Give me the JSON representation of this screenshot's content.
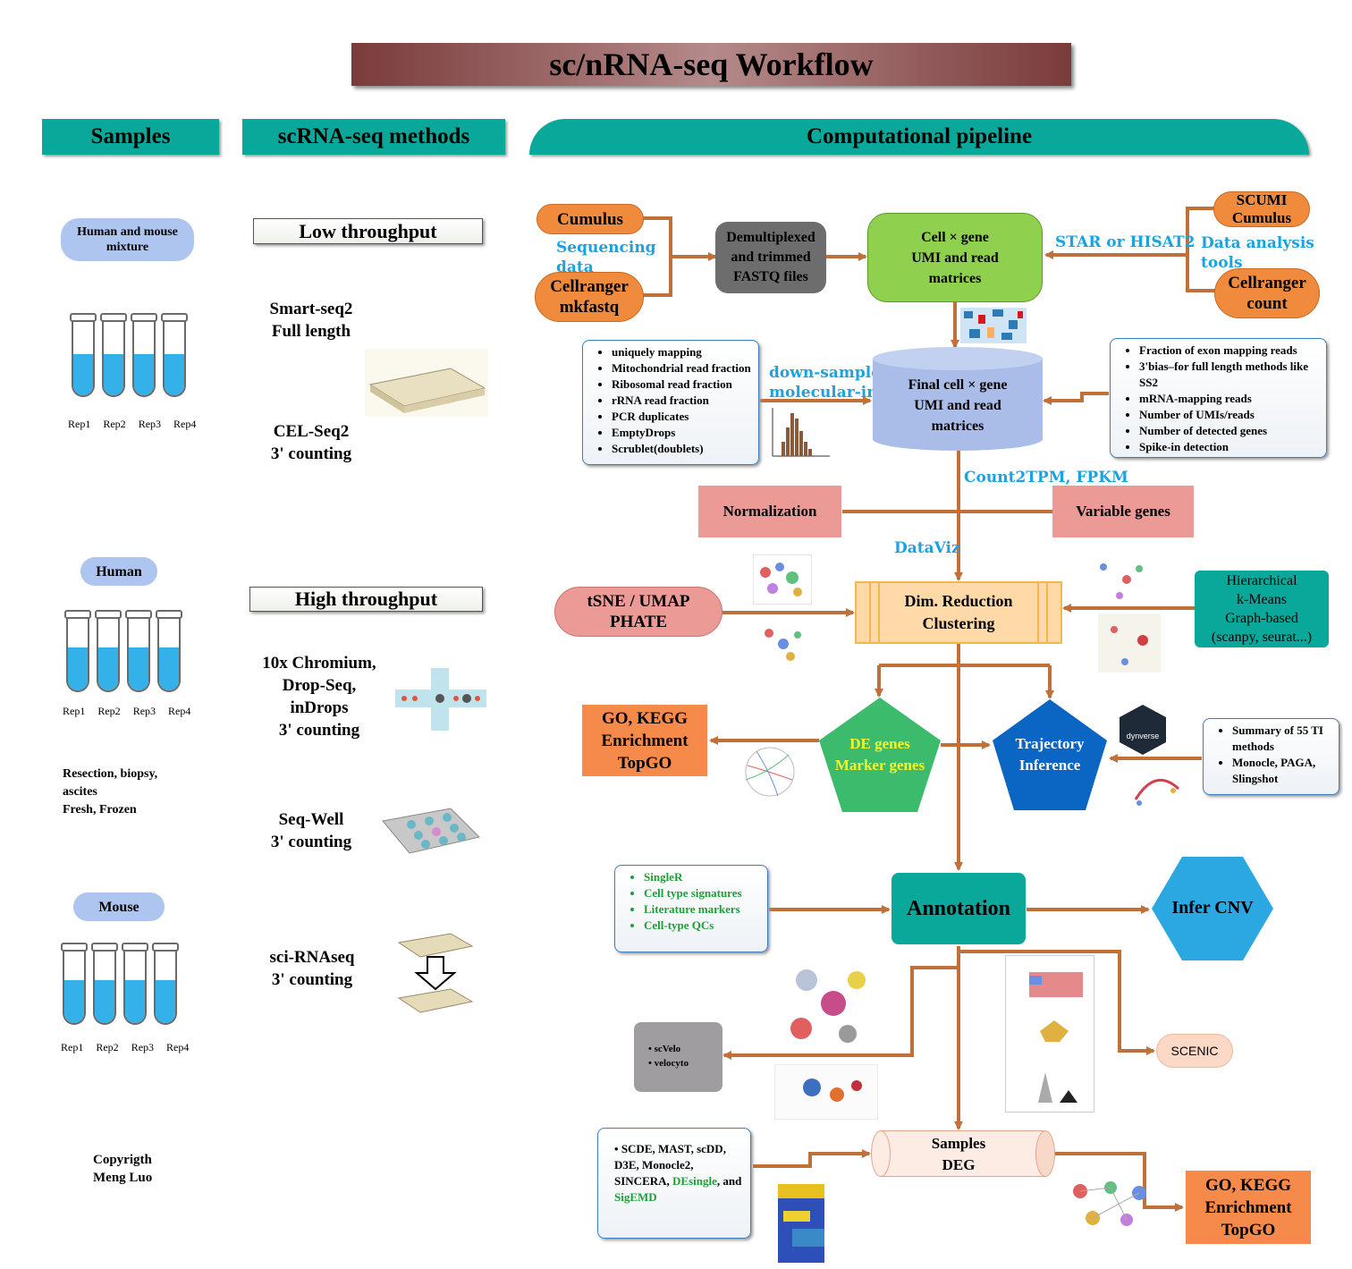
{
  "title": "sc/nRNA-seq Workflow",
  "headers": {
    "samples": "Samples",
    "methods": "scRNA-seq methods",
    "pipeline": "Computational pipeline"
  },
  "samples": {
    "group1": {
      "label": "Human and mouse mixture",
      "reps": [
        "Rep1",
        "Rep2",
        "Rep3",
        "Rep4"
      ]
    },
    "group2": {
      "label": "Human",
      "reps": [
        "Rep1",
        "Rep2",
        "Rep3",
        "Rep4"
      ]
    },
    "notes": [
      "Resection, biopsy,",
      "ascites",
      "Fresh, Frozen"
    ],
    "group3": {
      "label": "Mouse",
      "reps": [
        "Rep1",
        "Rep2",
        "Rep3",
        "Rep4"
      ]
    },
    "copyright": [
      "Copyrigth",
      "Meng Luo"
    ]
  },
  "methods": {
    "low": "Low throughput",
    "smart": [
      "Smart-seq2",
      "Full length"
    ],
    "cel": [
      "CEL-Seq2",
      "3' counting"
    ],
    "high": "High throughput",
    "tenx": [
      "10x Chromium,",
      "Drop-Seq,",
      "inDrops",
      "3' counting"
    ],
    "seqwell": [
      "Seq-Well",
      "3' counting"
    ],
    "sci": [
      "sci-RNAseq",
      "3' counting"
    ]
  },
  "pipeline": {
    "cumulus": "Cumulus",
    "cellranger_mk": [
      "Cellranger",
      "mkfastq"
    ],
    "seq_data": [
      "Sequencing",
      "data"
    ],
    "demux": [
      "Demultiplexed",
      "and trimmed",
      "FASTQ files"
    ],
    "cellgene": [
      "Cell × gene",
      "UMI and read",
      "matrices"
    ],
    "star": "STAR or HISAT2",
    "scumi": [
      "SCUMI",
      "Cumulus"
    ],
    "analysis_tools": [
      "Data analysis",
      "tools"
    ],
    "cellranger_count": [
      "Cellranger",
      "count"
    ],
    "qc_left": [
      "uniquely mapping",
      "Mitochondrial read fraction",
      "Ribosomal read fraction",
      "rRNA read fraction",
      "PCR duplicates",
      "EmptyDrops",
      "Scrublet(doublets)"
    ],
    "downsample": [
      "down-sample",
      "molecular-info"
    ],
    "final": [
      "Final cell × gene",
      "UMI and read",
      "matrices"
    ],
    "qc_right": [
      "Fraction of exon mapping reads",
      "3'bias–for full length methods like SS2",
      "mRNA-mapping reads",
      "Number of UMIs/reads",
      "Number of detected genes",
      "Spike-in detection"
    ],
    "count2tpm": "Count2TPM, FPKM",
    "normalization": "Normalization",
    "variable": "Variable genes",
    "dataviz": "DataViz",
    "tsne": [
      "tSNE / UMAP",
      "PHATE"
    ],
    "dimred": [
      "Dim. Reduction",
      "Clustering"
    ],
    "cluster_methods": [
      "Hierarchical",
      "k-Means",
      "Graph-based",
      "(scanpy, seurat...)"
    ],
    "go1": [
      "GO, KEGG",
      "Enrichment",
      "TopGO"
    ],
    "de": [
      "DE genes",
      "Marker genes"
    ],
    "traj": [
      "Trajectory",
      "Inference"
    ],
    "dynverse": "dynverse",
    "ti_list": [
      "Summary of 55 TI methods",
      "Monocle, PAGA, Slingshot"
    ],
    "annot_list": [
      "SingleR",
      "Cell type signatures",
      "Literature markers",
      "Cell-type QCs"
    ],
    "annotation": "Annotation",
    "infercnv": "Infer CNV",
    "scenic": "SCENIC",
    "velo": [
      "scVelo",
      "velocyto"
    ],
    "deg_list": [
      "SCDE, MAST, scDD, D3E, Monocle2, SINCERA, ",
      "DEsingle",
      ", and ",
      "SigEMD"
    ],
    "samples_deg": [
      "Samples",
      "DEG"
    ],
    "go2": [
      "GO, KEGG",
      "Enrichment",
      "TopGO"
    ]
  },
  "colors": {
    "title": "#8e5454",
    "section": "#0aa89a",
    "arrow": "#c0703a",
    "orange": "#f08a3c",
    "green_node": "#3dbb6c",
    "blue_node": "#0a66c2",
    "annotation": "#0aa89a",
    "infercnv": "#2ba8e2",
    "salmon": "#eb9a96",
    "dimred": "#ffd9a8"
  }
}
